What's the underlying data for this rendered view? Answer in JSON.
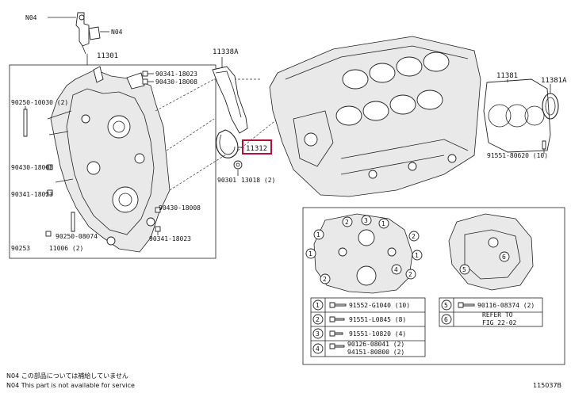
{
  "labels": {
    "n04_top_a": "N04",
    "n04_top_b": "N04",
    "p11301": "11301",
    "p90341_18023_a": "90341-18023",
    "p90430_18008_a": "90430-18008",
    "p90250_10030": "90250-10030 (2)",
    "p90430_18008_b": "90430-18008",
    "p90341_18023_b": "90341-18023",
    "p90430_18008_c": "90430-18008",
    "p90341_18023_c": "90341-18023",
    "p90250_08074": "90250-08074",
    "p90253": "90253",
    "p11006": "11006 (2)",
    "p11338a": "11338A",
    "p11312": "11312",
    "p90301": "90301",
    "p13018": "13018 (2)",
    "p11381": "11381",
    "p11381a": "11381A",
    "p91551_80620": "91551-80620 (10)",
    "fig_id": "115037B"
  },
  "legend": {
    "rows": [
      {
        "num": "1",
        "part": "91552-G1040 (10)"
      },
      {
        "num": "2",
        "part": "91551-L0845 (8)"
      },
      {
        "num": "3",
        "part": "91551-10820 (4)"
      },
      {
        "num": "4",
        "part_a": "90126-08041 (2)",
        "part_b": "94151-80800 (2)"
      },
      {
        "num": "5",
        "part": "90116-08374 (2)"
      },
      {
        "num": "6",
        "part_a": "REFER TO",
        "part_b": "FIG 22-02"
      }
    ],
    "markers": [
      "1",
      "2",
      "3",
      "4",
      "5",
      "6"
    ]
  },
  "footnotes": {
    "jp": "N04  この部品については補給していません",
    "en": "N04  This part is not available for service"
  },
  "colors": {
    "highlight": "#b0103a",
    "line": "#222222"
  }
}
